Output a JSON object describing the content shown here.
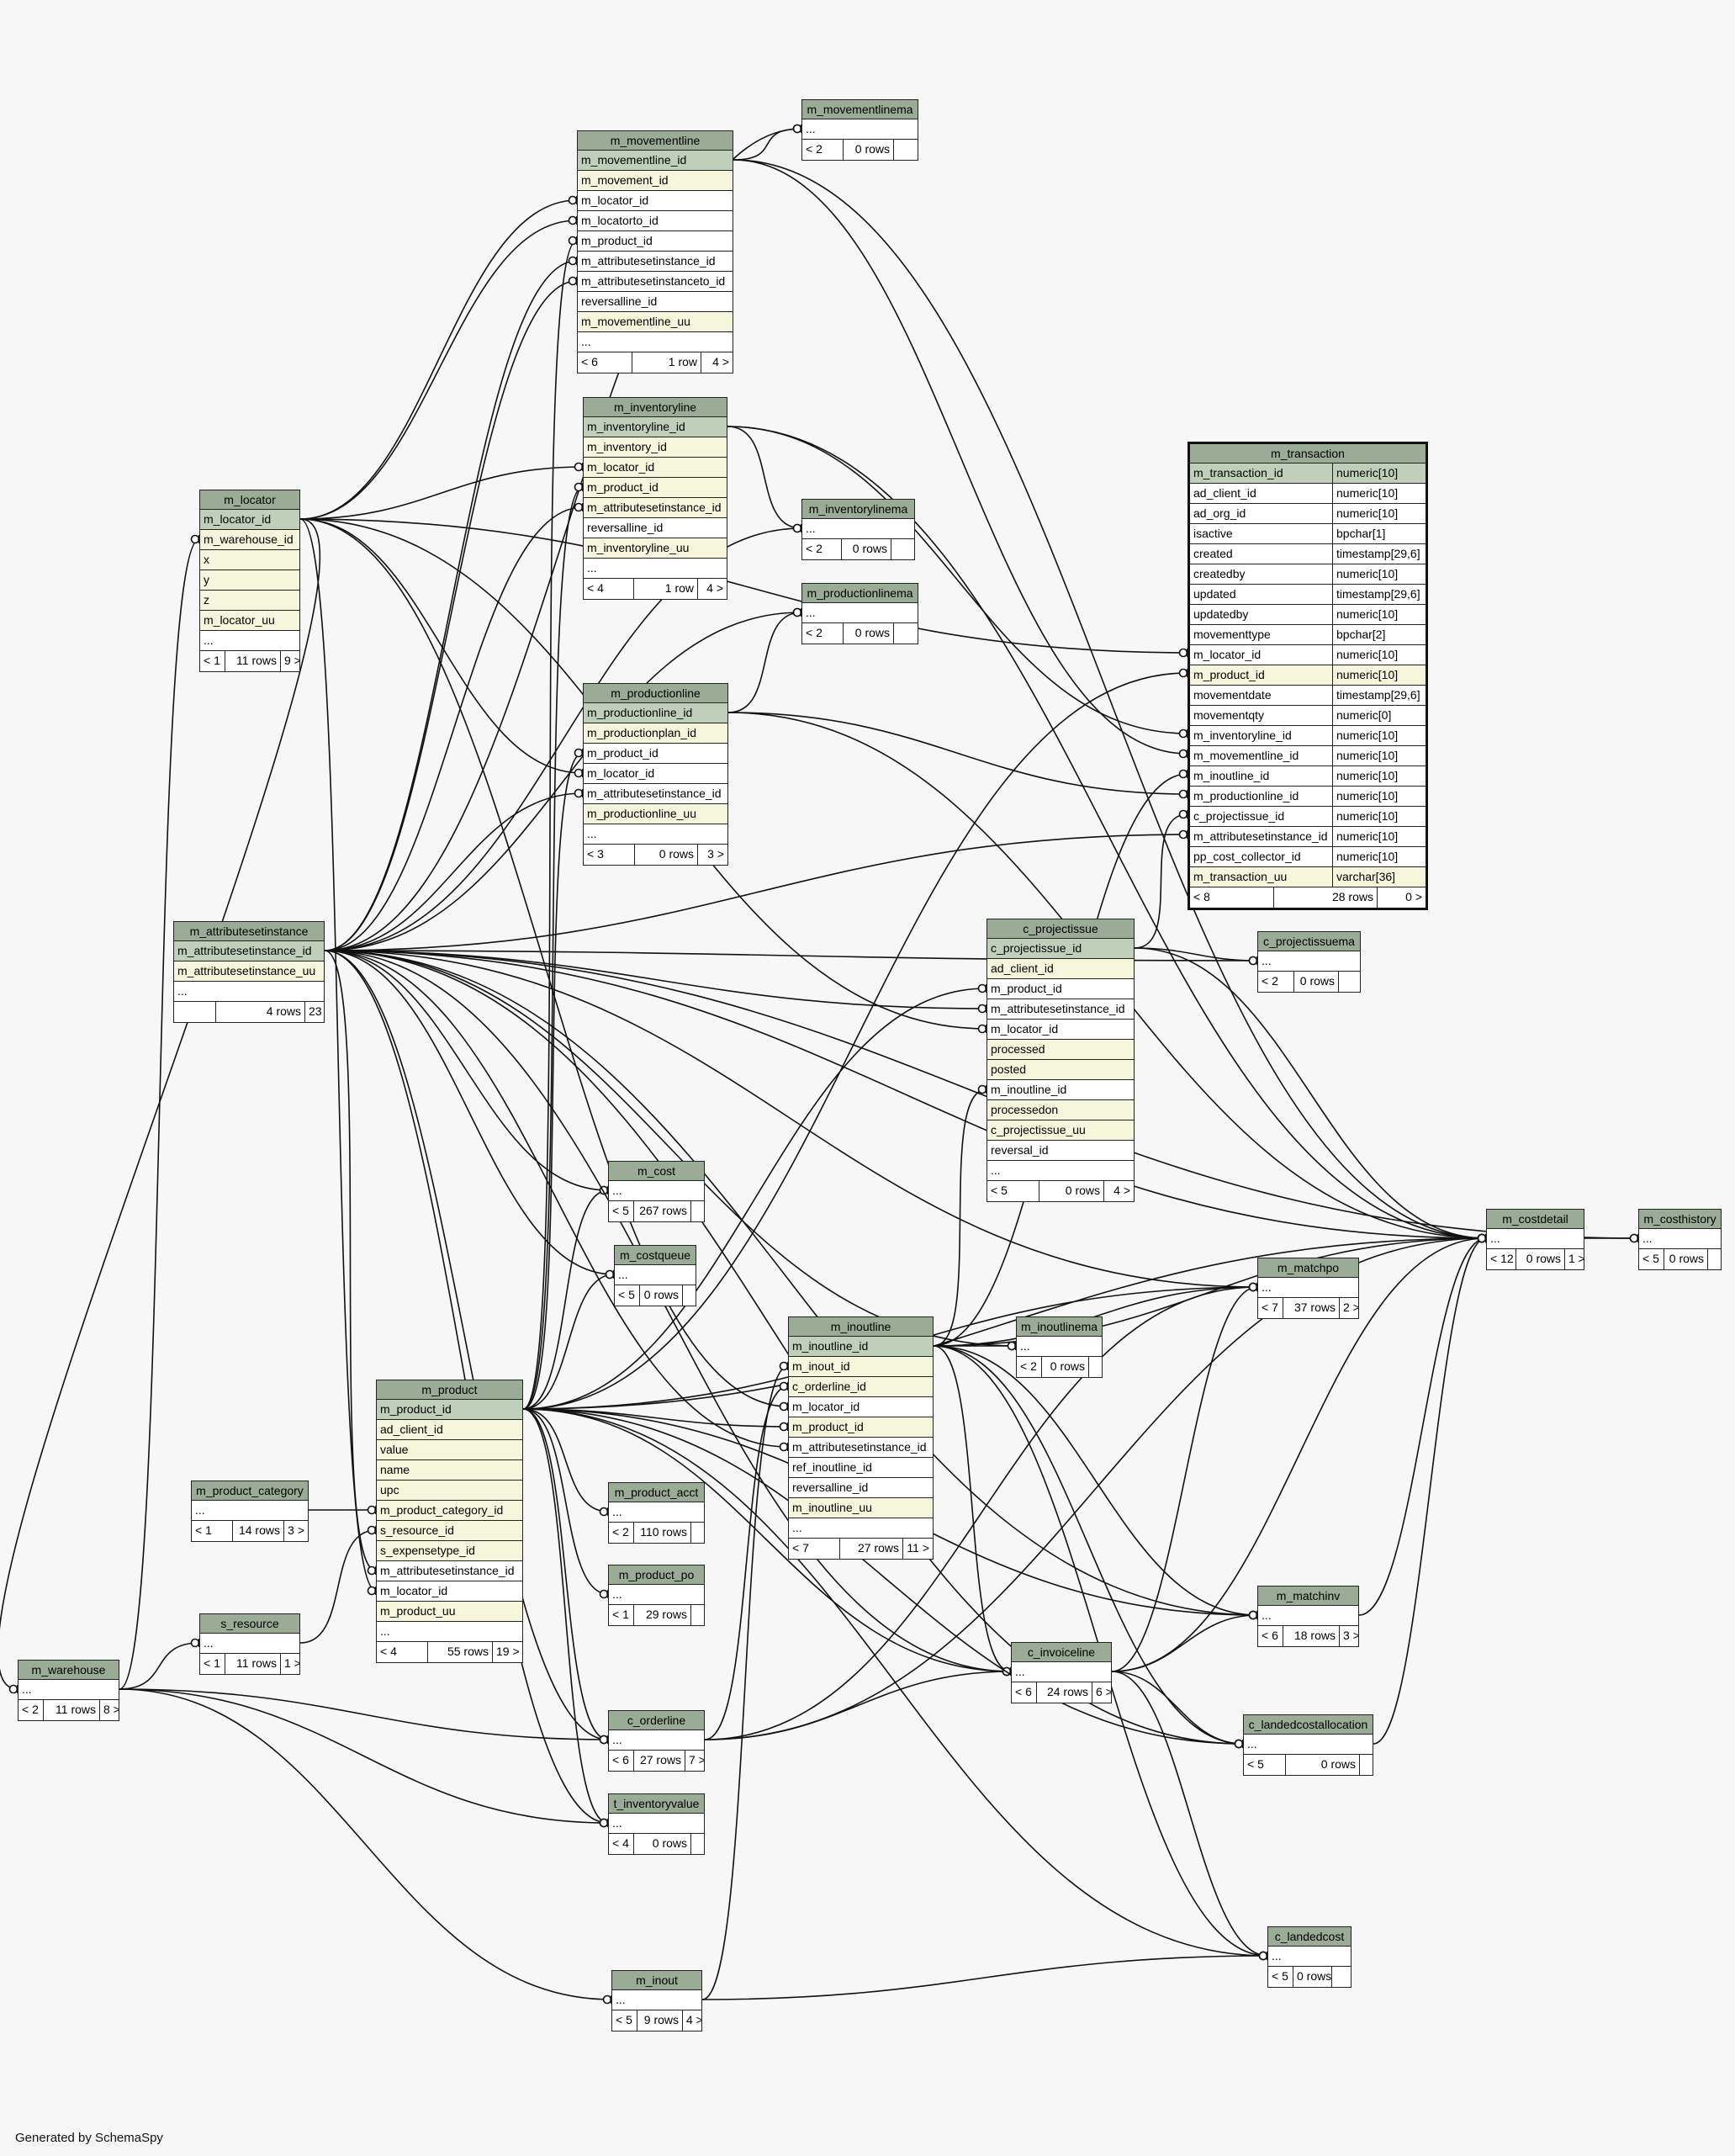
{
  "footer": "Generated by SchemaSpy",
  "colors": {
    "header": "#9aab96",
    "primary_key": "#bfcfb9",
    "indexed": "#f5f6dc",
    "background": "#f7f7f7"
  },
  "tables": [
    {
      "id": "m_movementlinema",
      "title": "m_movementlinema",
      "rows": [
        {
          "name": "..."
        }
      ],
      "footer": {
        "left": "< 2",
        "mid": "0 rows",
        "right": ""
      }
    },
    {
      "id": "m_movementline",
      "title": "m_movementline",
      "rows": [
        {
          "name": "m_movementline_id",
          "kind": "pk"
        },
        {
          "name": "m_movement_id",
          "kind": "idx"
        },
        {
          "name": "m_locator_id"
        },
        {
          "name": "m_locatorto_id"
        },
        {
          "name": "m_product_id"
        },
        {
          "name": "m_attributesetinstance_id"
        },
        {
          "name": "m_attributesetinstanceto_id"
        },
        {
          "name": "reversalline_id"
        },
        {
          "name": "m_movementline_uu",
          "kind": "idx"
        },
        {
          "name": "..."
        }
      ],
      "footer": {
        "left": "< 6",
        "mid": "1 row",
        "right": "4 >"
      }
    },
    {
      "id": "m_inventoryline",
      "title": "m_inventoryline",
      "rows": [
        {
          "name": "m_inventoryline_id",
          "kind": "pk"
        },
        {
          "name": "m_inventory_id",
          "kind": "idx"
        },
        {
          "name": "m_locator_id",
          "kind": "idx"
        },
        {
          "name": "m_product_id",
          "kind": "idx"
        },
        {
          "name": "m_attributesetinstance_id",
          "kind": "idx"
        },
        {
          "name": "reversalline_id"
        },
        {
          "name": "m_inventoryline_uu",
          "kind": "idx"
        },
        {
          "name": "..."
        }
      ],
      "footer": {
        "left": "< 4",
        "mid": "1 row",
        "right": "4 >"
      }
    },
    {
      "id": "m_inventorylinema",
      "title": "m_inventorylinema",
      "rows": [
        {
          "name": "..."
        }
      ],
      "footer": {
        "left": "< 2",
        "mid": "0 rows",
        "right": ""
      }
    },
    {
      "id": "m_productionlinema",
      "title": "m_productionlinema",
      "rows": [
        {
          "name": "..."
        }
      ],
      "footer": {
        "left": "< 2",
        "mid": "0 rows",
        "right": ""
      }
    },
    {
      "id": "m_productionline",
      "title": "m_productionline",
      "rows": [
        {
          "name": "m_productionline_id",
          "kind": "pk"
        },
        {
          "name": "m_productionplan_id",
          "kind": "idx"
        },
        {
          "name": "m_product_id"
        },
        {
          "name": "m_locator_id"
        },
        {
          "name": "m_attributesetinstance_id"
        },
        {
          "name": "m_productionline_uu",
          "kind": "idx"
        },
        {
          "name": "..."
        }
      ],
      "footer": {
        "left": "< 3",
        "mid": "0 rows",
        "right": "3 >"
      }
    },
    {
      "id": "m_locator",
      "title": "m_locator",
      "rows": [
        {
          "name": "m_locator_id",
          "kind": "pk"
        },
        {
          "name": "m_warehouse_id",
          "kind": "idx"
        },
        {
          "name": "x",
          "kind": "idx"
        },
        {
          "name": "y",
          "kind": "idx"
        },
        {
          "name": "z",
          "kind": "idx"
        },
        {
          "name": "m_locator_uu",
          "kind": "idx"
        },
        {
          "name": "..."
        }
      ],
      "footer": {
        "left": "< 1",
        "mid": "11 rows",
        "right": "9 >"
      }
    },
    {
      "id": "m_transaction",
      "title": "m_transaction",
      "focus": true,
      "rows": [
        {
          "name": "m_transaction_id",
          "type": "numeric[10]",
          "kind": "pk"
        },
        {
          "name": "ad_client_id",
          "type": "numeric[10]"
        },
        {
          "name": "ad_org_id",
          "type": "numeric[10]"
        },
        {
          "name": "isactive",
          "type": "bpchar[1]"
        },
        {
          "name": "created",
          "type": "timestamp[29,6]"
        },
        {
          "name": "createdby",
          "type": "numeric[10]"
        },
        {
          "name": "updated",
          "type": "timestamp[29,6]"
        },
        {
          "name": "updatedby",
          "type": "numeric[10]"
        },
        {
          "name": "movementtype",
          "type": "bpchar[2]"
        },
        {
          "name": "m_locator_id",
          "type": "numeric[10]"
        },
        {
          "name": "m_product_id",
          "type": "numeric[10]",
          "kind": "idx"
        },
        {
          "name": "movementdate",
          "type": "timestamp[29,6]"
        },
        {
          "name": "movementqty",
          "type": "numeric[0]"
        },
        {
          "name": "m_inventoryline_id",
          "type": "numeric[10]"
        },
        {
          "name": "m_movementline_id",
          "type": "numeric[10]"
        },
        {
          "name": "m_inoutline_id",
          "type": "numeric[10]"
        },
        {
          "name": "m_productionline_id",
          "type": "numeric[10]"
        },
        {
          "name": "c_projectissue_id",
          "type": "numeric[10]"
        },
        {
          "name": "m_attributesetinstance_id",
          "type": "numeric[10]"
        },
        {
          "name": "pp_cost_collector_id",
          "type": "numeric[10]"
        },
        {
          "name": "m_transaction_uu",
          "type": "varchar[36]",
          "kind": "idx"
        }
      ],
      "footer": {
        "left": "< 8",
        "mid": "28 rows",
        "right": "0 >"
      }
    },
    {
      "id": "m_attributesetinstance",
      "title": "m_attributesetinstance",
      "rows": [
        {
          "name": "m_attributesetinstance_id",
          "kind": "pk"
        },
        {
          "name": "m_attributesetinstance_uu",
          "kind": "idx"
        },
        {
          "name": "..."
        }
      ],
      "footer": {
        "left": "",
        "mid": "4 rows",
        "right": "23 >"
      }
    },
    {
      "id": "c_projectissue",
      "title": "c_projectissue",
      "rows": [
        {
          "name": "c_projectissue_id",
          "kind": "pk"
        },
        {
          "name": "ad_client_id",
          "kind": "idx"
        },
        {
          "name": "m_product_id"
        },
        {
          "name": "m_attributesetinstance_id"
        },
        {
          "name": "m_locator_id"
        },
        {
          "name": "processed",
          "kind": "idx"
        },
        {
          "name": "posted",
          "kind": "idx"
        },
        {
          "name": "m_inoutline_id"
        },
        {
          "name": "processedon",
          "kind": "idx"
        },
        {
          "name": "c_projectissue_uu",
          "kind": "idx"
        },
        {
          "name": "reversal_id"
        },
        {
          "name": "..."
        }
      ],
      "footer": {
        "left": "< 5",
        "mid": "0 rows",
        "right": "4 >"
      }
    },
    {
      "id": "c_projectissuema",
      "title": "c_projectissuema",
      "rows": [
        {
          "name": "..."
        }
      ],
      "footer": {
        "left": "< 2",
        "mid": "0 rows",
        "right": ""
      }
    },
    {
      "id": "m_cost",
      "title": "m_cost",
      "rows": [
        {
          "name": "..."
        }
      ],
      "footer": {
        "left": "< 5",
        "mid": "267 rows",
        "right": ""
      }
    },
    {
      "id": "m_costqueue",
      "title": "m_costqueue",
      "rows": [
        {
          "name": "..."
        }
      ],
      "footer": {
        "left": "< 5",
        "mid": "0 rows",
        "right": ""
      }
    },
    {
      "id": "m_costdetail",
      "title": "m_costdetail",
      "rows": [
        {
          "name": "..."
        }
      ],
      "footer": {
        "left": "< 12",
        "mid": "0 rows",
        "right": "1 >"
      }
    },
    {
      "id": "m_costhistory",
      "title": "m_costhistory",
      "rows": [
        {
          "name": "..."
        }
      ],
      "footer": {
        "left": "< 5",
        "mid": "0 rows",
        "right": ""
      }
    },
    {
      "id": "m_matchpo",
      "title": "m_matchpo",
      "rows": [
        {
          "name": "..."
        }
      ],
      "footer": {
        "left": "< 7",
        "mid": "37 rows",
        "right": "2 >"
      }
    },
    {
      "id": "m_inoutline",
      "title": "m_inoutline",
      "rows": [
        {
          "name": "m_inoutline_id",
          "kind": "pk"
        },
        {
          "name": "m_inout_id",
          "kind": "idx"
        },
        {
          "name": "c_orderline_id",
          "kind": "idx"
        },
        {
          "name": "m_locator_id"
        },
        {
          "name": "m_product_id",
          "kind": "idx"
        },
        {
          "name": "m_attributesetinstance_id"
        },
        {
          "name": "ref_inoutline_id"
        },
        {
          "name": "reversalline_id"
        },
        {
          "name": "m_inoutline_uu",
          "kind": "idx"
        },
        {
          "name": "..."
        }
      ],
      "footer": {
        "left": "< 7",
        "mid": "27 rows",
        "right": "11 >"
      }
    },
    {
      "id": "m_inoutlinema",
      "title": "m_inoutlinema",
      "rows": [
        {
          "name": "..."
        }
      ],
      "footer": {
        "left": "< 2",
        "mid": "0 rows",
        "right": ""
      }
    },
    {
      "id": "m_product",
      "title": "m_product",
      "rows": [
        {
          "name": "m_product_id",
          "kind": "pk"
        },
        {
          "name": "ad_client_id",
          "kind": "idx"
        },
        {
          "name": "value",
          "kind": "idx"
        },
        {
          "name": "name",
          "kind": "idx"
        },
        {
          "name": "upc",
          "kind": "idx"
        },
        {
          "name": "m_product_category_id",
          "kind": "idx"
        },
        {
          "name": "s_resource_id",
          "kind": "idx"
        },
        {
          "name": "s_expensetype_id",
          "kind": "idx"
        },
        {
          "name": "m_attributesetinstance_id"
        },
        {
          "name": "m_locator_id"
        },
        {
          "name": "m_product_uu",
          "kind": "idx"
        },
        {
          "name": "..."
        }
      ],
      "footer": {
        "left": "< 4",
        "mid": "55 rows",
        "right": "19 >"
      }
    },
    {
      "id": "m_product_category",
      "title": "m_product_category",
      "rows": [
        {
          "name": "..."
        }
      ],
      "footer": {
        "left": "< 1",
        "mid": "14 rows",
        "right": "3 >"
      }
    },
    {
      "id": "m_product_acct",
      "title": "m_product_acct",
      "rows": [
        {
          "name": "..."
        }
      ],
      "footer": {
        "left": "< 2",
        "mid": "110 rows",
        "right": ""
      }
    },
    {
      "id": "m_product_po",
      "title": "m_product_po",
      "rows": [
        {
          "name": "..."
        }
      ],
      "footer": {
        "left": "< 1",
        "mid": "29 rows",
        "right": ""
      }
    },
    {
      "id": "m_matchinv",
      "title": "m_matchinv",
      "rows": [
        {
          "name": "..."
        }
      ],
      "footer": {
        "left": "< 6",
        "mid": "18 rows",
        "right": "3 >"
      }
    },
    {
      "id": "s_resource",
      "title": "s_resource",
      "rows": [
        {
          "name": "..."
        }
      ],
      "footer": {
        "left": "< 1",
        "mid": "11 rows",
        "right": "1 >"
      }
    },
    {
      "id": "m_warehouse",
      "title": "m_warehouse",
      "rows": [
        {
          "name": "..."
        }
      ],
      "footer": {
        "left": "< 2",
        "mid": "11 rows",
        "right": "8 >"
      }
    },
    {
      "id": "c_invoiceline",
      "title": "c_invoiceline",
      "rows": [
        {
          "name": "..."
        }
      ],
      "footer": {
        "left": "< 6",
        "mid": "24 rows",
        "right": "6 >"
      }
    },
    {
      "id": "c_landedcostallocation",
      "title": "c_landedcostallocation",
      "rows": [
        {
          "name": "..."
        }
      ],
      "footer": {
        "left": "< 5",
        "mid": "0 rows",
        "right": ""
      }
    },
    {
      "id": "c_orderline",
      "title": "c_orderline",
      "rows": [
        {
          "name": "..."
        }
      ],
      "footer": {
        "left": "< 6",
        "mid": "27 rows",
        "right": "7 >"
      }
    },
    {
      "id": "t_inventoryvalue",
      "title": "t_inventoryvalue",
      "rows": [
        {
          "name": "..."
        }
      ],
      "footer": {
        "left": "< 4",
        "mid": "0 rows",
        "right": ""
      }
    },
    {
      "id": "m_inout",
      "title": "m_inout",
      "rows": [
        {
          "name": "..."
        }
      ],
      "footer": {
        "left": "< 5",
        "mid": "9 rows",
        "right": "4 >"
      }
    },
    {
      "id": "c_landedcost",
      "title": "c_landedcost",
      "rows": [
        {
          "name": "..."
        }
      ],
      "footer": {
        "left": "< 5",
        "mid": "0 rows",
        "right": ""
      }
    }
  ]
}
